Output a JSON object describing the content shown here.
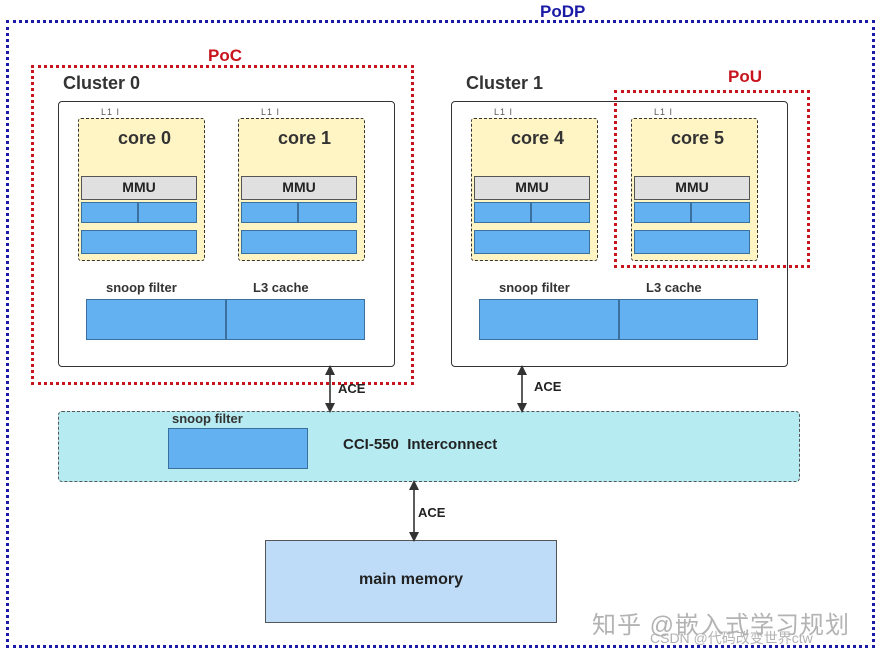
{
  "labels": {
    "podp": "PoDP",
    "poc": "PoC",
    "pou": "PoU",
    "mmu": "MMU",
    "snoop_filter": "snoop filter",
    "l3_cache": "L3 cache",
    "interconnect": "CCI-550  Interconnect",
    "main_memory": "main memory",
    "ace": "ACE",
    "core_tick": "L1 I"
  },
  "clusters": [
    {
      "title": "Cluster 0",
      "cores": [
        "core 0",
        "core 1"
      ]
    },
    {
      "title": "Cluster 1",
      "cores": [
        "core 4",
        "core 5"
      ]
    }
  ],
  "watermark": {
    "main": "知乎 @嵌入式学习规划",
    "sub": "CSDN @代码改变世界ctw"
  },
  "colors": {
    "podp_border": "#1a1aa6",
    "poc_pou_border": "#c8141c",
    "core_fill": "#fff5c4",
    "cache_block": "#64b1f1",
    "interconnect_fill": "#b5ebf1",
    "memory_fill": "#bedcf7"
  }
}
